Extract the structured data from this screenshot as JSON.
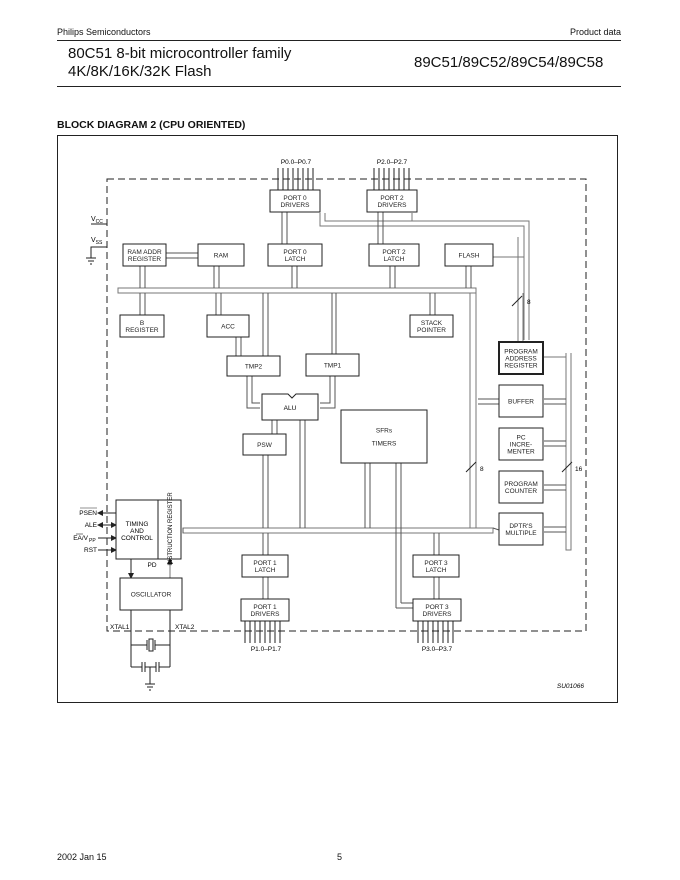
{
  "header": {
    "company": "Philips Semiconductors",
    "doc_type": "Product data",
    "title_line1": "80C51 8-bit microcontroller family",
    "title_line2": "4K/8K/16K/32K Flash",
    "part_numbers": "89C51/89C52/89C54/89C58"
  },
  "section": {
    "title": "BLOCK DIAGRAM 2 (CPU ORIENTED)"
  },
  "diagram": {
    "port0_pins": "P0.0–P0.7",
    "port2_pins": "P2.0–P2.7",
    "port1_pins": "P1.0–P1.7",
    "port3_pins": "P3.0–P3.7",
    "vcc": "V",
    "vcc_sub": "CC",
    "vss": "V",
    "vss_sub": "SS",
    "blocks": {
      "port0_drivers": [
        "PORT 0",
        "DRIVERS"
      ],
      "port2_drivers": [
        "PORT 2",
        "DRIVERS"
      ],
      "ram_addr_register": [
        "RAM ADDR",
        "REGISTER"
      ],
      "ram": [
        "RAM"
      ],
      "port0_latch": [
        "PORT 0",
        "LATCH"
      ],
      "port2_latch": [
        "PORT 2",
        "LATCH"
      ],
      "flash": [
        "FLASH"
      ],
      "b_register": [
        "B",
        "REGISTER"
      ],
      "acc": [
        "ACC"
      ],
      "stack_pointer": [
        "STACK",
        "POINTER"
      ],
      "tmp2": [
        "TMP2"
      ],
      "tmp1": [
        "TMP1"
      ],
      "alu": [
        "ALU"
      ],
      "psw": [
        "PSW"
      ],
      "sfrs_timers": [
        "SFRs",
        "TIMERS"
      ],
      "program_address_register": [
        "PROGRAM",
        "ADDRESS",
        "REGISTER"
      ],
      "buffer": [
        "BUFFER"
      ],
      "pc_incrementer": [
        "PC",
        "INCRE-",
        "MENTER"
      ],
      "program_counter": [
        "PROGRAM",
        "COUNTER"
      ],
      "dptrs_multiple": [
        "DPTR'S",
        "MULTIPLE"
      ],
      "timing_control": [
        "TIMING",
        "AND",
        "CONTROL"
      ],
      "instruction_register": "INSTRUCTION REGISTER",
      "oscillator": [
        "OSCILLATOR"
      ],
      "port1_latch": [
        "PORT 1",
        "LATCH"
      ],
      "port1_drivers": [
        "PORT 1",
        "DRIVERS"
      ],
      "port3_latch": [
        "PORT 3",
        "LATCH"
      ],
      "port3_drivers": [
        "PORT 3",
        "DRIVERS"
      ]
    },
    "signals": {
      "psen": "PSEN",
      "ale": "ALE",
      "ea_vpp": "EA/V",
      "ea_vpp_sub": "PP",
      "rst": "RST",
      "pd": "PD",
      "xtal1": "XTAL1",
      "xtal2": "XTAL2"
    },
    "bus_widths": {
      "flash_bus": "8",
      "mid_bus": "8",
      "addr_bus": "16"
    },
    "figure_id": "SU01066"
  },
  "footer": {
    "date": "2002 Jan 15",
    "page": "5"
  }
}
